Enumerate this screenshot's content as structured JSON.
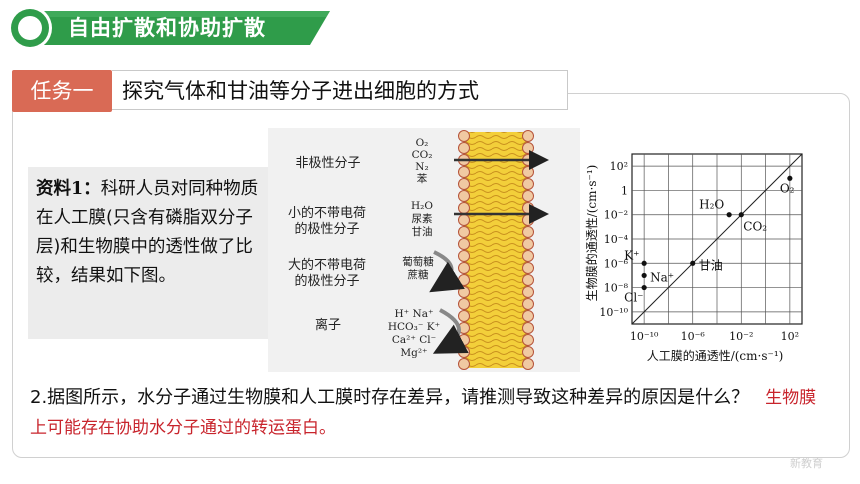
{
  "header": {
    "title": "自由扩散和协助扩散",
    "accent": "#2f9c4a"
  },
  "task": {
    "tab_label": "任务一",
    "title": "探究气体和甘油等分子进出细胞的方式",
    "tab_color": "#d96a55"
  },
  "material": {
    "label": "资料1：",
    "text": "科研人员对同种物质在人工膜(只含有磷脂双分子层)和生物膜中的透性做了比较，结果如下图。"
  },
  "figure": {
    "rows": [
      {
        "category": "非极性分子",
        "molecules": [
          "O₂",
          "CO₂",
          "N₂",
          "苯"
        ]
      },
      {
        "category": "小的不带电荷\n的极性分子",
        "molecules": [
          "H₂O",
          "尿素",
          "甘油"
        ]
      },
      {
        "category": "大的不带电荷\n的极性分子",
        "molecules": [
          "葡萄糖",
          "蔗糖"
        ]
      },
      {
        "category": "离子",
        "molecules": [
          "H⁺  Na⁺",
          "HCO₃⁻  K⁺",
          "Ca²⁺  Cl⁻",
          "Mg²⁺"
        ]
      }
    ]
  },
  "chart_data": {
    "type": "scatter",
    "xlabel": "人工膜的通透性/(cm·s⁻¹)",
    "ylabel": "生物膜的通透性/(cm·s⁻¹)",
    "x_scale": "log",
    "y_scale": "log",
    "xlim": [
      1e-11,
      1000.0
    ],
    "ylim": [
      1e-11,
      1000.0
    ],
    "x_ticks": [
      "10⁻¹⁰",
      "10⁻⁶",
      "10⁻²",
      "10²"
    ],
    "y_ticks": [
      "10²",
      "1",
      "10⁻²",
      "10⁻⁴",
      "10⁻⁶",
      "10⁻⁸",
      "10⁻¹⁰"
    ],
    "diagonal": true,
    "grid": true,
    "points": [
      {
        "label": "O₂",
        "x": 100,
        "y": 10
      },
      {
        "label": "H₂O",
        "x": 0.001,
        "y": 0.01
      },
      {
        "label": "CO₂",
        "x": 0.01,
        "y": 0.01
      },
      {
        "label": "甘油",
        "x": 1e-06,
        "y": 1e-06
      },
      {
        "label": "K⁺",
        "x": 1e-10,
        "y": 1e-06
      },
      {
        "label": "Na⁺",
        "x": 1e-10,
        "y": 1e-07
      },
      {
        "label": "Cl⁻",
        "x": 1e-10,
        "y": 1e-08
      }
    ]
  },
  "question": {
    "text": "2.据图所示，水分子通过生物膜和人工膜时存在差异，请推测导致这种差异的原因是什么？",
    "answer": "生物膜上可能存在协助水分子通过的转运蛋白。"
  },
  "watermark": "新教育"
}
